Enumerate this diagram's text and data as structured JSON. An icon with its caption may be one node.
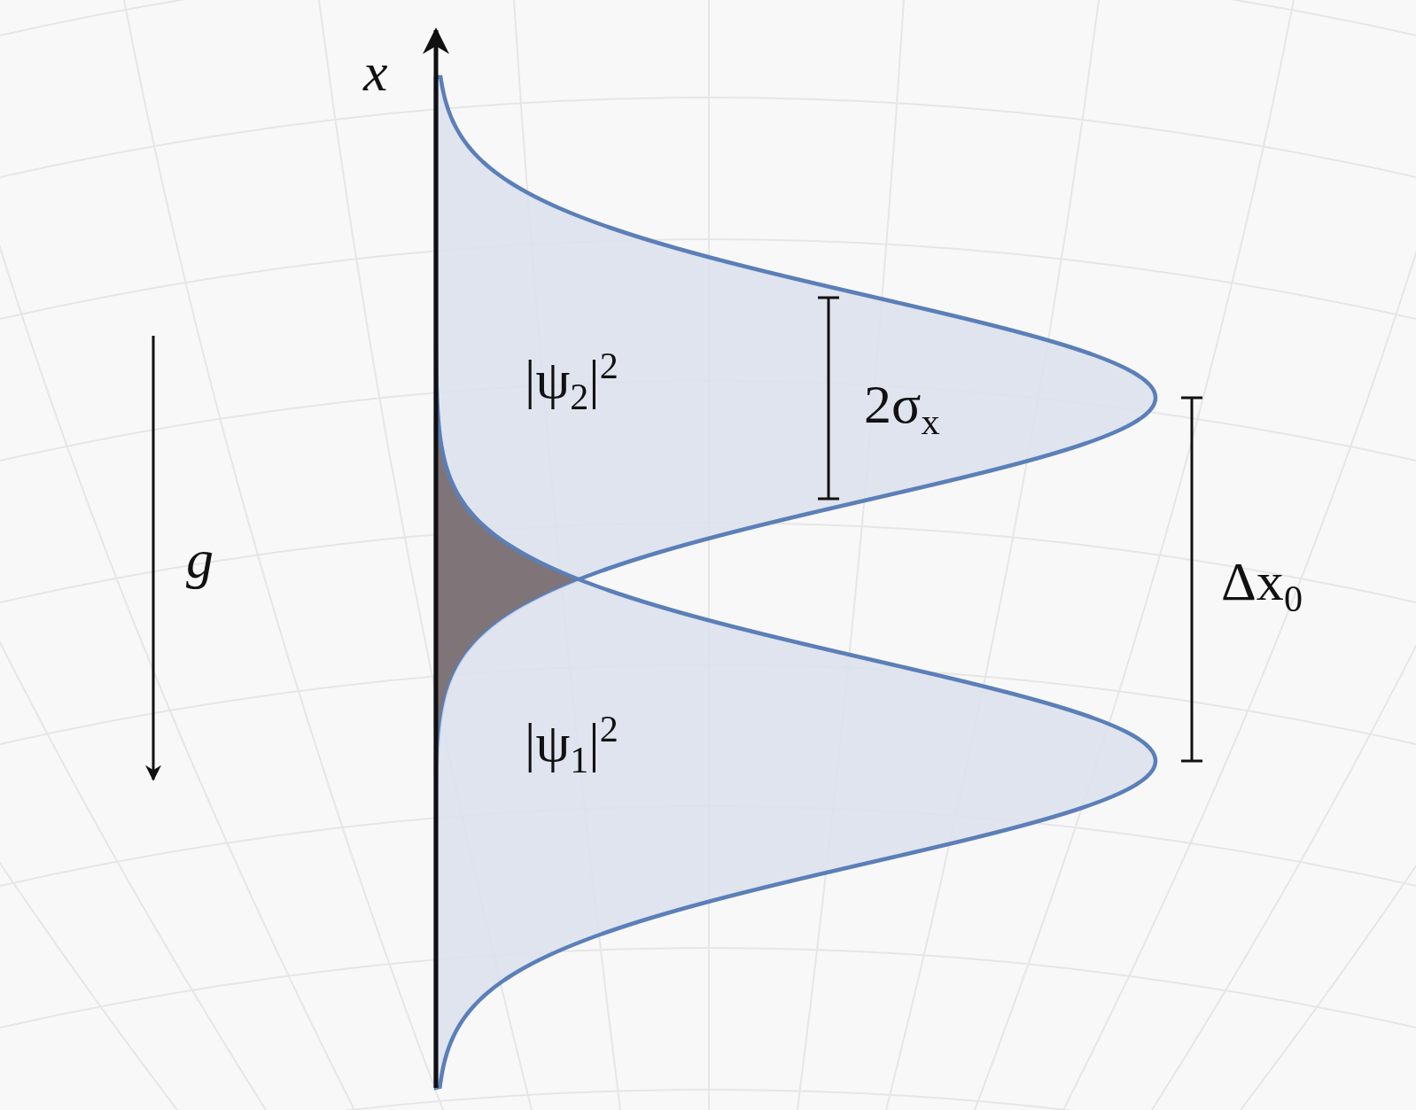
{
  "diagram": {
    "nodes": [
      {
        "text": [
          "|ψ$_{2}$|$^{2}$"
        ]
      },
      {
        "text": [
          "|ψ$_{1}$|$^{2}$"
        ]
      }
    ],
    "labels": [
      "x",
      "2σ$_{x}$",
      "g",
      "Δx$_{0}$"
    ]
  }
}
